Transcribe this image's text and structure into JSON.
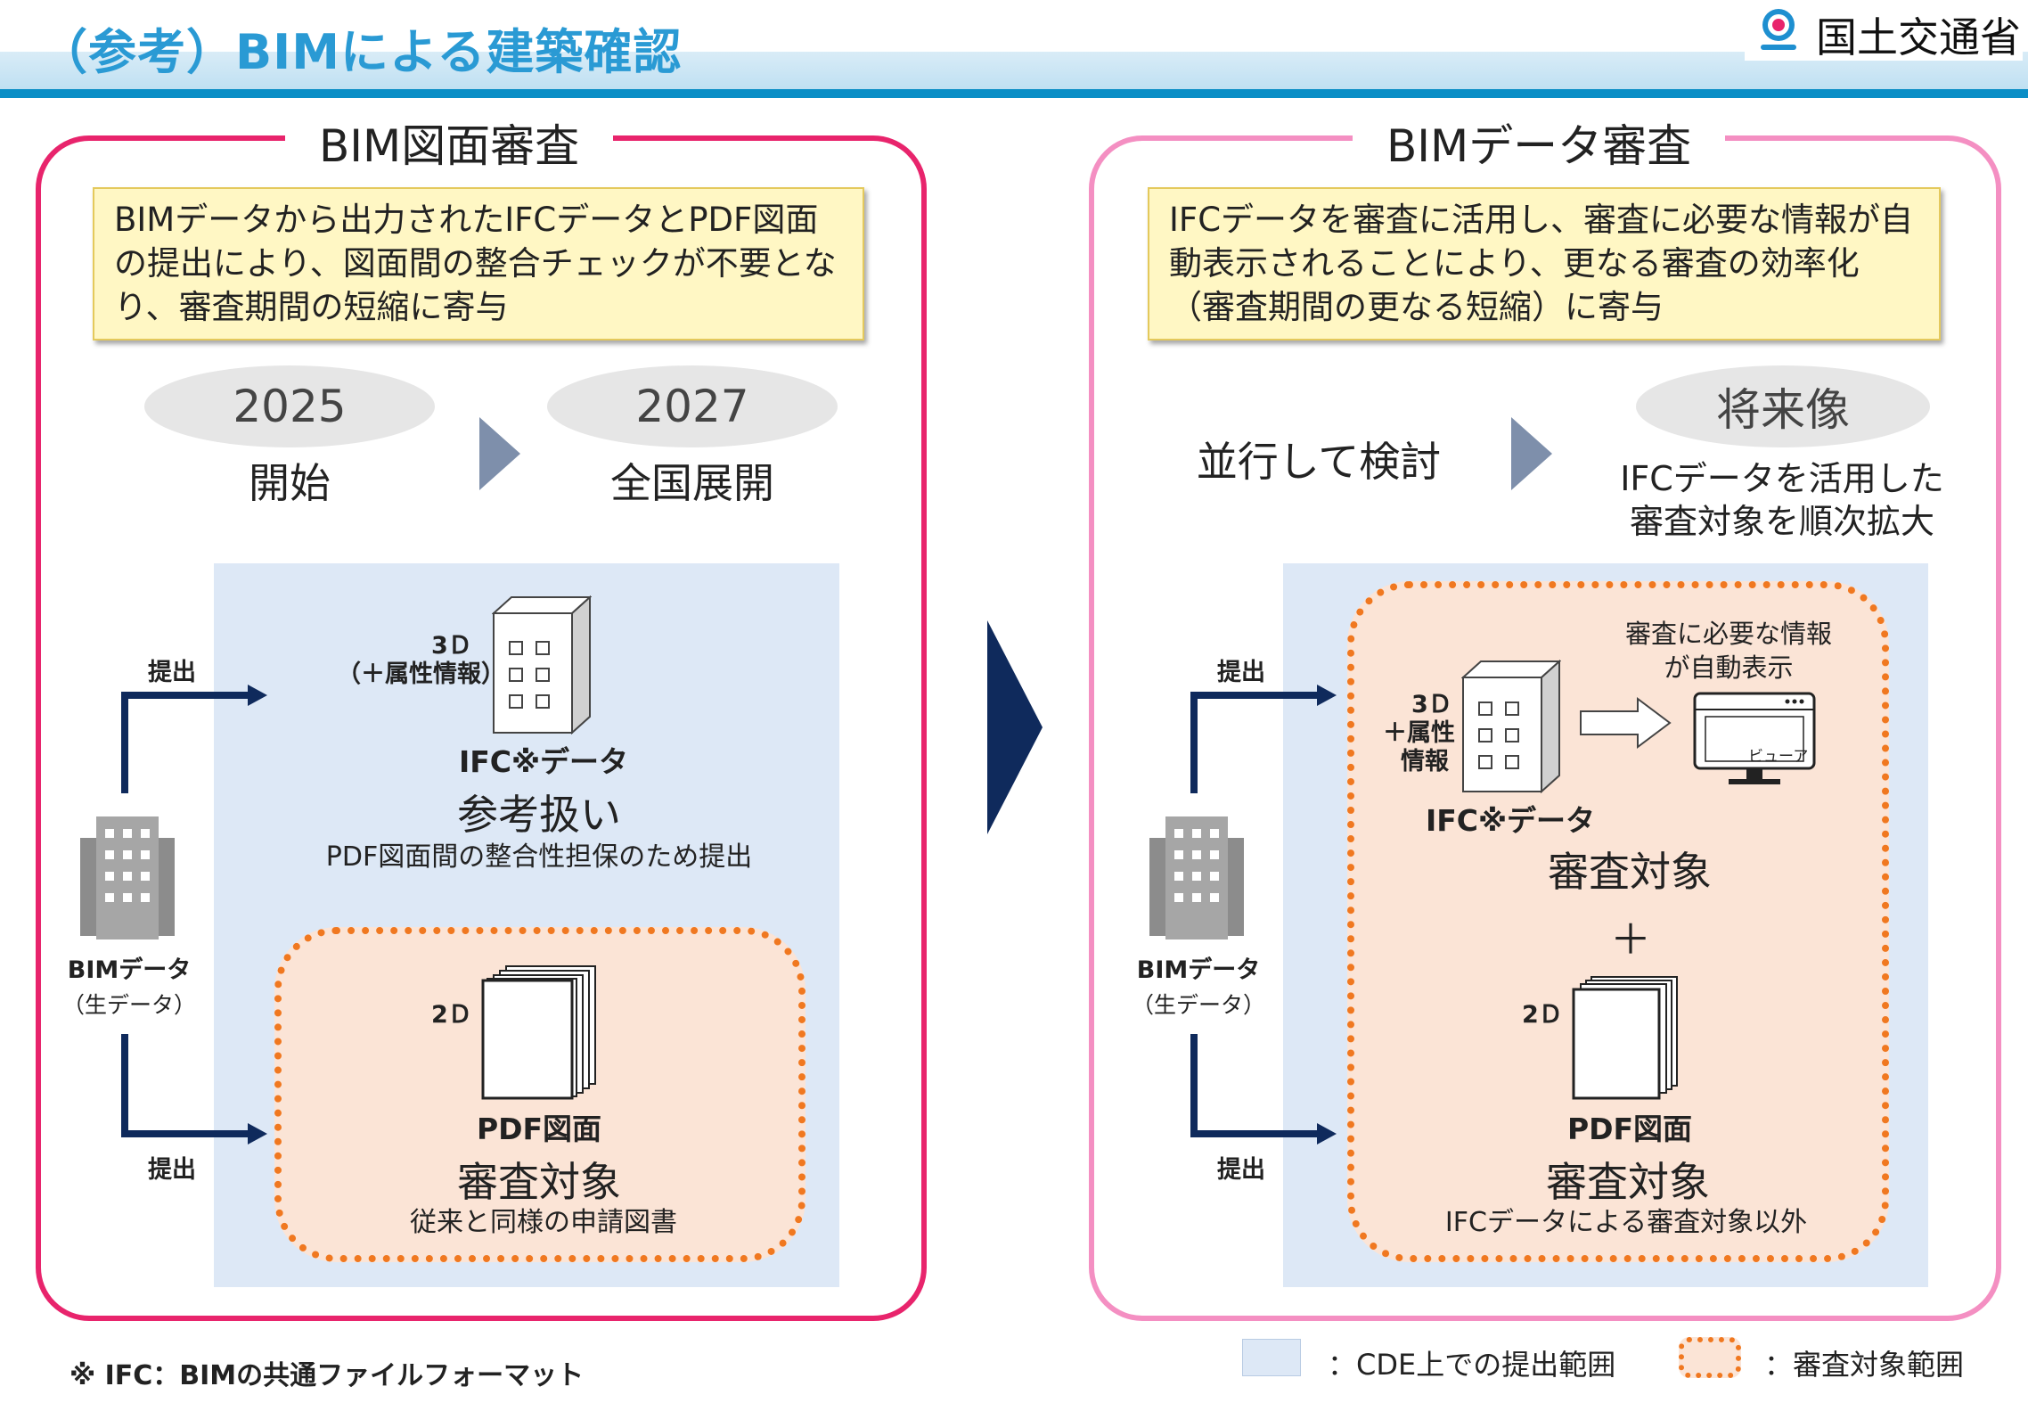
{
  "header": {
    "title": "（参考）BIMによる建築確認",
    "ministry": "国土交通省"
  },
  "left": {
    "title": "BIM図面審査",
    "description": "BIMデータから出力されたIFCデータとPDF図面の提出により、図面間の整合チェックが不要となり、審査期間の短縮に寄与",
    "step1_year": "2025",
    "step1_label": "開始",
    "step2_year": "2027",
    "step2_label": "全国展開",
    "submit_top": "提出",
    "submit_bottom": "提出",
    "bim_label": "BIMデータ",
    "bim_sub": "（生データ）",
    "ifc_attr_line1": "3Ｄ",
    "ifc_attr_line2": "（＋属性情報）",
    "ifc_label": "IFC※データ",
    "ifc_status": "参考扱い",
    "ifc_note": "PDF図面間の整合性担保のため提出",
    "pdf_2d": "2Ｄ",
    "pdf_label": "PDF図面",
    "pdf_status": "審査対象",
    "pdf_note": "従来と同様の申請図書"
  },
  "right": {
    "title": "BIMデータ審査",
    "description": "IFCデータを審査に活用し、審査に必要な情報が自動表示されることにより、更なる審査の効率化（審査期間の更なる短縮）に寄与",
    "step1_label": "並行して検討",
    "step2_title": "将来像",
    "step2_line1": "IFCデータを活用した",
    "step2_line2": "審査対象を順次拡大",
    "submit_top": "提出",
    "submit_bottom": "提出",
    "bim_label": "BIMデータ",
    "bim_sub": "（生データ）",
    "ifc_attr_line1": "3Ｄ",
    "ifc_attr_line2": "＋属性",
    "ifc_attr_line3": "情報",
    "auto_line1": "審査に必要な情報",
    "auto_line2": "が自動表示",
    "viewer_label": "ビューア",
    "ifc_label": "IFC※データ",
    "ifc_status": "審査対象",
    "plus": "＋",
    "pdf_2d": "2Ｄ",
    "pdf_label": "PDF図面",
    "pdf_status": "審査対象",
    "pdf_note": "IFCデータによる審査対象以外"
  },
  "footer": {
    "note": "※ IFC：BIMの共通ファイルフォーマット",
    "legend_cde": "：CDE上での提出範囲",
    "legend_review": "：審査対象範囲"
  },
  "colors": {
    "left_border": "#e8246c",
    "right_border": "#f48fc2",
    "arrow_navy": "#0f2a5c",
    "orange_dots": "#f07820",
    "blue_area": "#dde8f6",
    "header_blue": "#0a8ec6"
  }
}
